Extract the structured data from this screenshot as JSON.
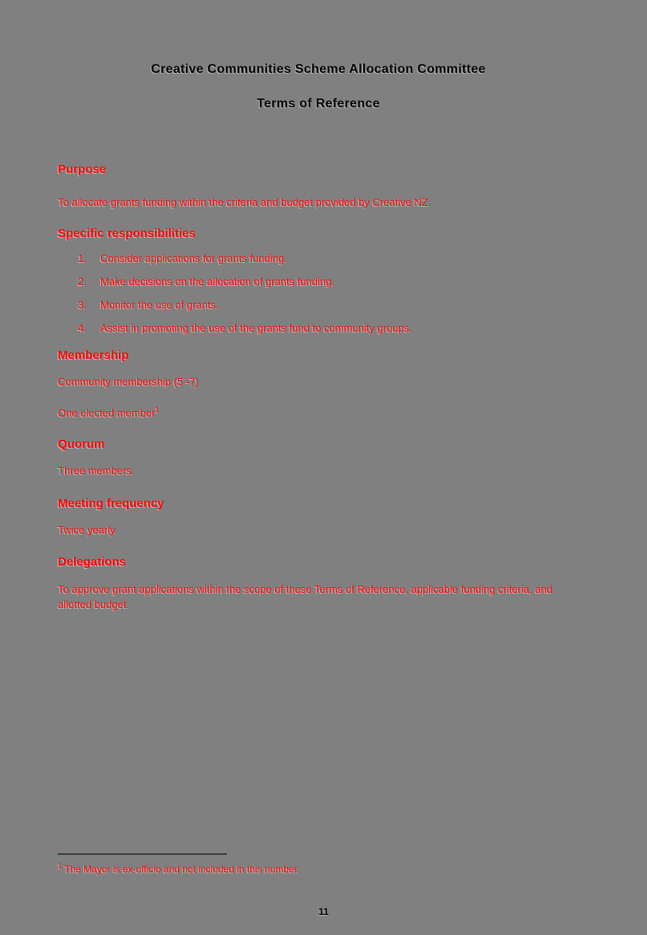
{
  "page": {
    "colors": {
      "bg": "#808080",
      "red": "#ff0000",
      "ink": "#000000",
      "rule": "#3d3d3d"
    },
    "page_number": "11"
  },
  "header": {
    "title_line1": "Creative Communities Scheme Allocation Committee",
    "title_line2": "Terms of Reference"
  },
  "sections": {
    "purpose": {
      "heading": "Purpose",
      "body": "To allocate grants funding within the criteria and budget provided by Creative NZ."
    },
    "responsibilities": {
      "heading": "Specific responsibilities",
      "items": [
        {
          "num": "1.",
          "text": "Consider applications for grants funding."
        },
        {
          "num": "2.",
          "text": "Make decisions on the allocation of grants funding."
        },
        {
          "num": "3.",
          "text": "Monitor the use of grants."
        },
        {
          "num": "4.",
          "text": "Assist in promoting the use of the grants fund to community groups."
        }
      ]
    },
    "membership": {
      "heading": "Membership",
      "community_line": "Community membership (5 -7)",
      "elected_line": "One elected member",
      "elected_footnote_ref": "1"
    },
    "quorum": {
      "heading": "Quorum",
      "body": "Three members."
    },
    "meeting_frequency": {
      "heading": "Meeting frequency",
      "body": "Twice yearly."
    },
    "delegations": {
      "heading": "Delegations",
      "body": "To approve grant applications within the scope of these Terms of Reference, applicable funding criteria, and allotted budget."
    }
  },
  "footnote": {
    "marker": "1",
    "text": "The Mayor is ex-officio and not included in this number."
  }
}
